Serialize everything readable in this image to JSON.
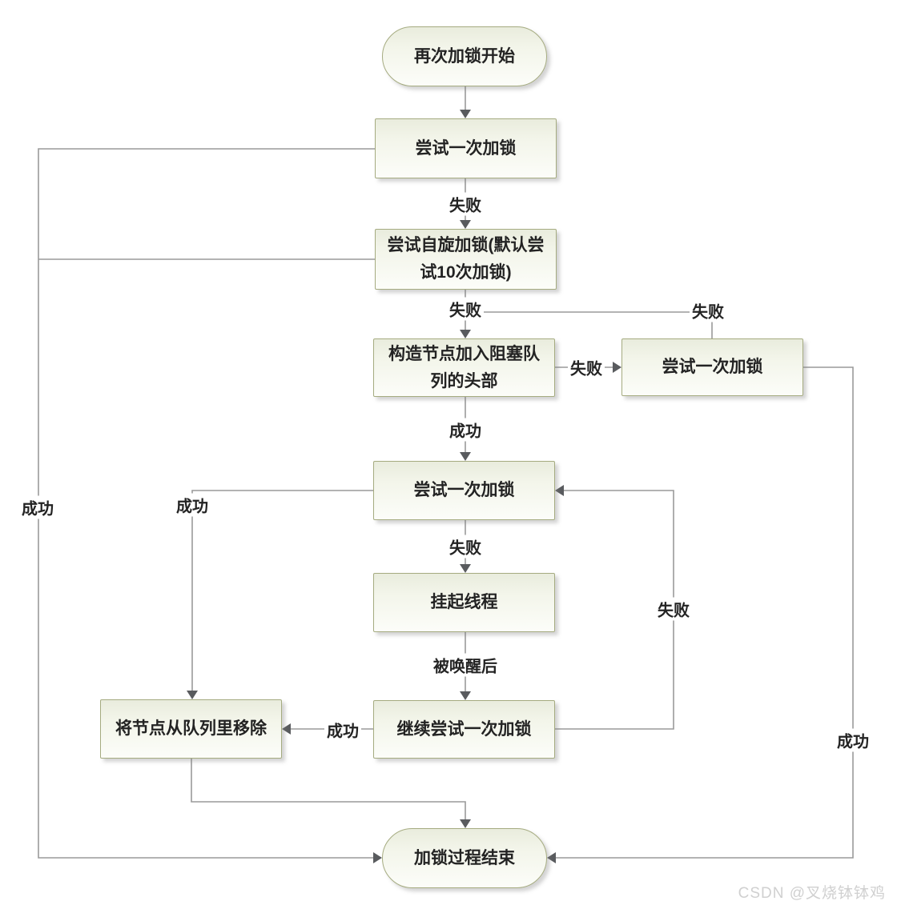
{
  "diagram": {
    "nodes": {
      "start": "再次加锁开始",
      "try_once_first": "尝试一次加锁",
      "spin_lock": "尝试自旋加锁(默认尝试10次加锁)",
      "enqueue_head": "构造节点加入阻塞队列的头部",
      "try_once_right": "尝试一次加锁",
      "try_once_second": "尝试一次加锁",
      "suspend_thread": "挂起线程",
      "retry_lock": "继续尝试一次加锁",
      "remove_node": "将节点从队列里移除",
      "end": "加锁过程结束"
    },
    "edge_labels": {
      "fail_try_to_spin": "失败",
      "fail_spin_down": "失败",
      "fail_spin_right": "失败",
      "fail_enqueue_right": "失败",
      "success_enqueue_down": "成功",
      "fail_try2_down": "失败",
      "wake_after": "被唤醒后",
      "fail_feedback": "失败",
      "success_retry_left": "成功",
      "success_try2_left": "成功",
      "success_left_rail": "成功",
      "success_right_rail": "成功"
    },
    "colors": {
      "node_border": "#a5ab80",
      "node_fill_top": "#e9ecdd",
      "node_fill_bottom": "#fcfdf9",
      "line": "#9a9a9a",
      "arrowhead": "#595b5e",
      "text": "#232323",
      "watermark": "#d0d0d0"
    }
  },
  "watermark": "CSDN @叉烧钵钵鸡"
}
